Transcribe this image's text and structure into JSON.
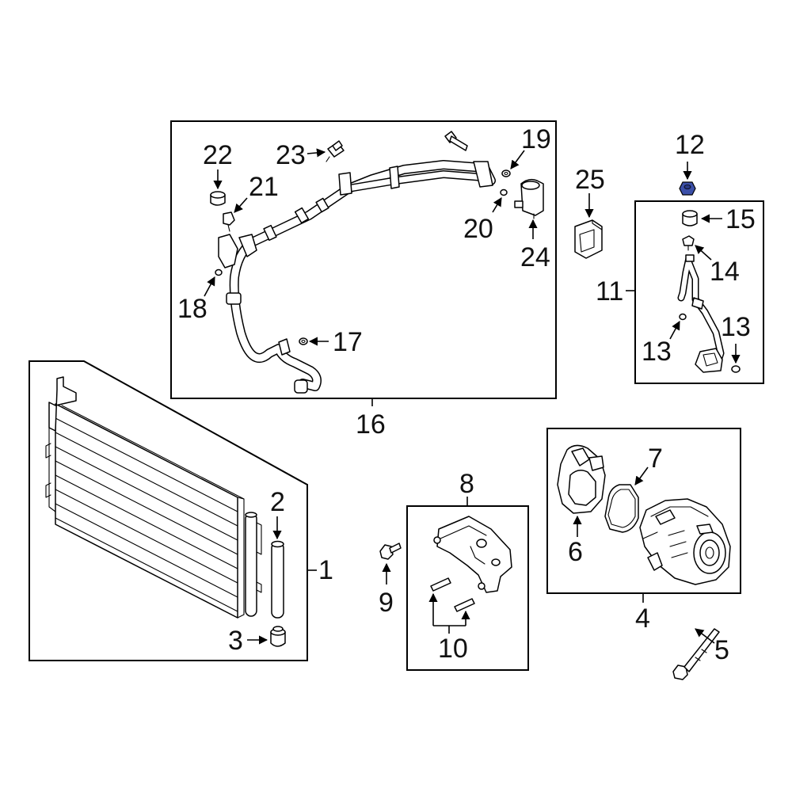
{
  "diagram": {
    "labels": {
      "p1": "1",
      "p2": "2",
      "p3": "3",
      "p4": "4",
      "p5": "5",
      "p6": "6",
      "p7": "7",
      "p8": "8",
      "p9": "9",
      "p10": "10",
      "p11": "11",
      "p12": "12",
      "p13a": "13",
      "p13b": "13",
      "p14": "14",
      "p15": "15",
      "p16": "16",
      "p17": "17",
      "p18": "18",
      "p19": "19",
      "p20": "20",
      "p21": "21",
      "p22": "22",
      "p23": "23",
      "p24": "24",
      "p25": "25"
    },
    "colors": {
      "line": "#000000",
      "background": "#ffffff",
      "highlight_part": "#3b4fa8"
    }
  }
}
